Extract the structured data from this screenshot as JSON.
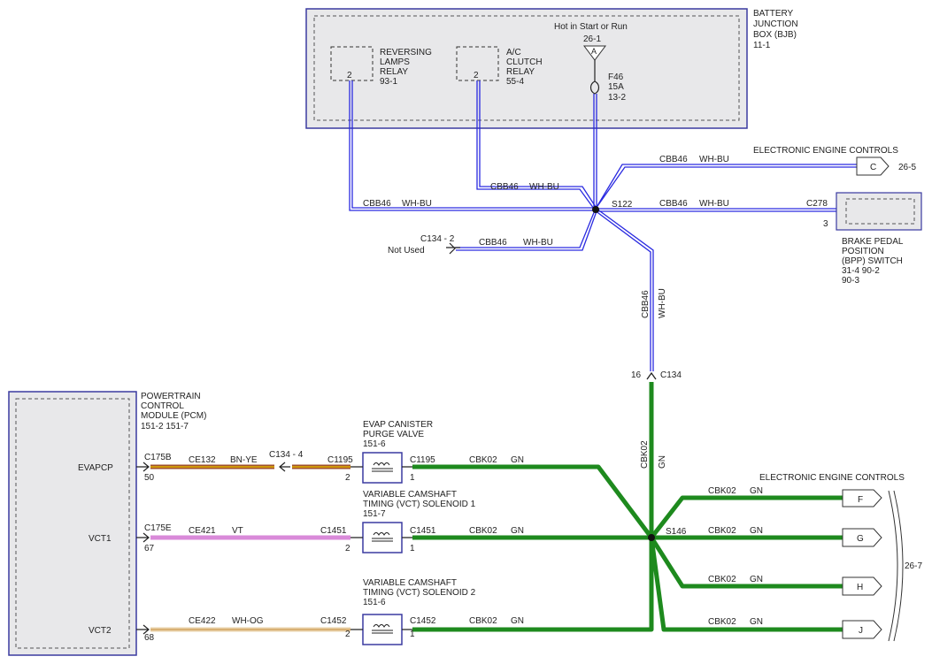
{
  "bjb": {
    "l1": "BATTERY",
    "l2": "JUNCTION",
    "l3": "BOX (BJB)",
    "ref": "11-1"
  },
  "hot": "Hot in Start or Run",
  "hot_ref": "26-1",
  "hot_letter": "A",
  "fuse": {
    "name": "F46",
    "rating": "15A",
    "ref": "13-2"
  },
  "rev": {
    "l1": "REVERSING",
    "l2": "LAMPS",
    "l3": "RELAY",
    "ref": "93-1",
    "pin": "2"
  },
  "ac": {
    "l1": "A/C",
    "l2": "CLUTCH",
    "l3": "RELAY",
    "ref": "55-4",
    "pin": "2"
  },
  "eec_top": {
    "title": "ELECTRONIC ENGINE CONTROLS",
    "letter": "C",
    "ref": "26-5"
  },
  "wire": {
    "cbb": "CBB46",
    "whbu": "WH-BU",
    "cbk": "CBK02",
    "gn": "GN"
  },
  "s122": "S122",
  "s146": "S146",
  "c278": {
    "name": "C278",
    "pin": "3"
  },
  "bpp": {
    "l1": "BRAKE PEDAL",
    "l2": "POSITION",
    "l3": "(BPP) SWITCH",
    "l4": "31-4   90-2",
    "l5": "90-3"
  },
  "c134_top": {
    "name": "C134 - 2",
    "note": "Not Used"
  },
  "c134": {
    "pin": "16",
    "name": "C134"
  },
  "pcm": {
    "l1": "POWERTRAIN",
    "l2": "CONTROL",
    "l3": "MODULE (PCM)",
    "l4": "151-2   151-7"
  },
  "evap": {
    "l1": "EVAP CANISTER",
    "l2": "PURGE VALVE",
    "ref": "151-6"
  },
  "vct1": {
    "l1": "VARIABLE CAMSHAFT",
    "l2": "TIMING (VCT) SOLENOID 1",
    "ref": "151-7"
  },
  "vct2": {
    "l1": "VARIABLE CAMSHAFT",
    "l2": "TIMING (VCT) SOLENOID 2",
    "ref": "151-6"
  },
  "rows": [
    {
      "sig": "EVAPCP",
      "conn": "C175B",
      "pin": "50",
      "circuit": "CE132",
      "color": "BN-YE",
      "mid": "C134 - 4",
      "dev_conn": "C1195",
      "dev_pin": "2",
      "out_conn": "C1195",
      "out_pin": "1"
    },
    {
      "sig": "VCT1",
      "conn": "C175E",
      "pin": "67",
      "circuit": "CE421",
      "color": "VT",
      "dev_conn": "C1451",
      "dev_pin": "2",
      "out_conn": "C1451",
      "out_pin": "1"
    },
    {
      "sig": "VCT2",
      "conn": "",
      "pin": "68",
      "circuit": "CE422",
      "color": "WH-OG",
      "dev_conn": "C1452",
      "dev_pin": "2",
      "out_conn": "C1452",
      "out_pin": "1"
    }
  ],
  "eec_right": {
    "title": "ELECTRONIC ENGINE CONTROLS",
    "letters": [
      "F",
      "G",
      "H",
      "J"
    ],
    "ref": "26-7"
  }
}
